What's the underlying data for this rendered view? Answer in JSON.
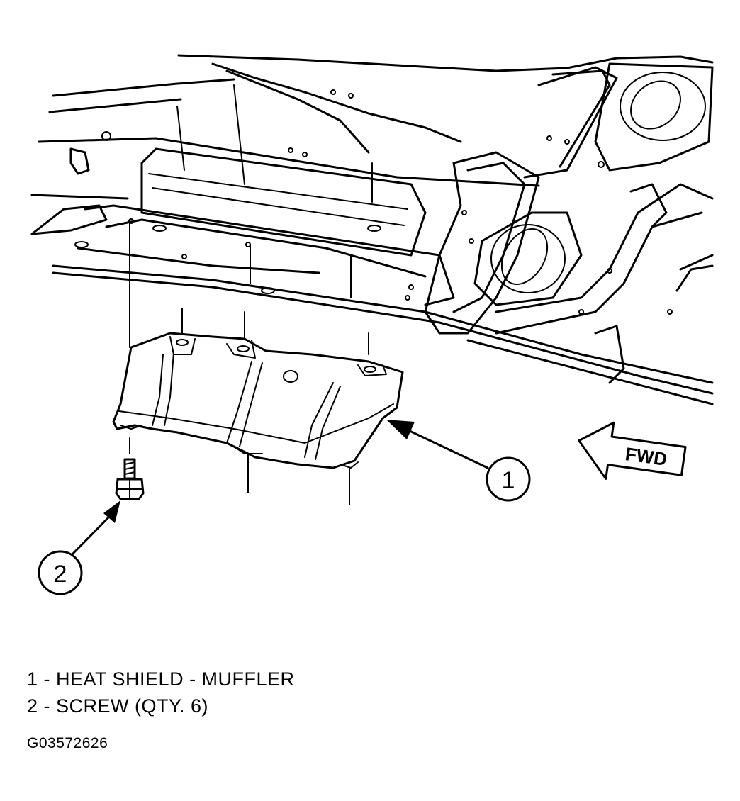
{
  "callouts": [
    {
      "number": "1"
    },
    {
      "number": "2"
    }
  ],
  "direction_label": "FWD",
  "legend": [
    "1 - HEAT SHIELD - MUFFLER",
    "2 - SCREW (QTY. 6)"
  ],
  "figure_id": "G03572626"
}
